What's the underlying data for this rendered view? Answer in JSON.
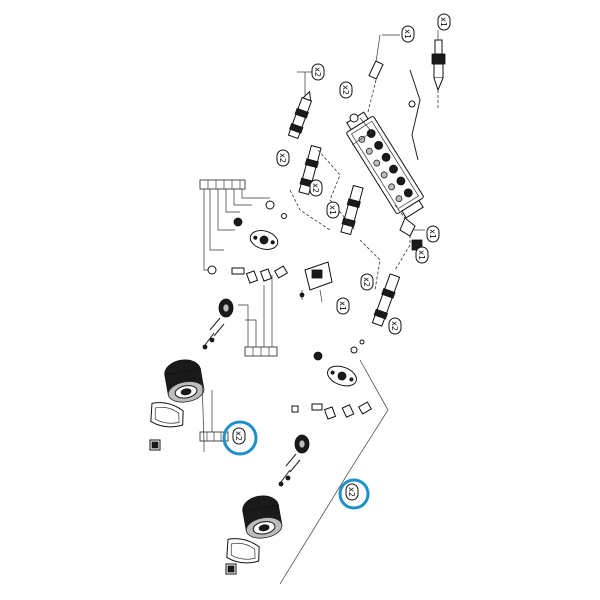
{
  "callouts": [
    {
      "text": "x1"
    },
    {
      "text": "x1"
    },
    {
      "text": "x2"
    },
    {
      "text": "x2"
    },
    {
      "text": "x2"
    },
    {
      "text": "x2"
    },
    {
      "text": "x1"
    },
    {
      "text": "x1"
    },
    {
      "text": "x1"
    },
    {
      "text": "x2"
    },
    {
      "text": "x2"
    },
    {
      "text": "x1"
    },
    {
      "text": "x2"
    },
    {
      "text": "x2"
    }
  ],
  "highlight_color": "#1e90c8"
}
